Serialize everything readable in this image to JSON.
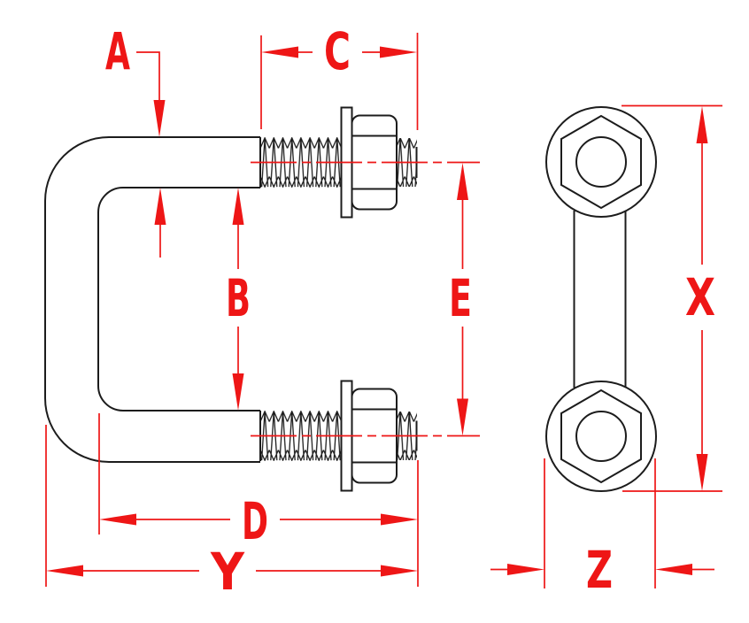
{
  "drawing": {
    "kind": "technical-dimension-drawing",
    "subject": "U-bolt with hex nuts and washers, side view and end view",
    "background": "#ffffff",
    "line_color": "#1c1c1c",
    "dimension_color": "#ee1616"
  },
  "views": {
    "side_view": "u-bolt side view with threaded legs, washers and hex nuts",
    "end_view": "u-bolt end view showing two washer/nut stacks joined by the rod"
  },
  "dimension_labels": {
    "a": "A",
    "b": "B",
    "c": "C",
    "d": "D",
    "e": "E",
    "x": "X",
    "y": "Y",
    "z": "Z"
  }
}
